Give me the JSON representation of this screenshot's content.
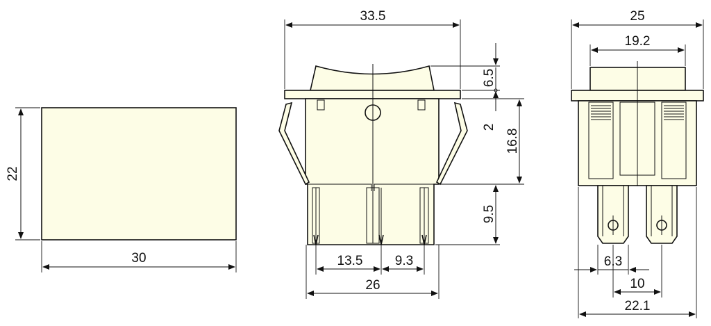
{
  "drawing": {
    "dimensions": {
      "front_width": "30",
      "front_height": "22",
      "side_total_width": "33.5",
      "rocker_height": "6.5",
      "bezel_thickness": "2",
      "body_height": "16.8",
      "terminal_length": "9.5",
      "body_width": "26",
      "pin_spacing_left": "13.5",
      "pin_spacing_right": "9.3",
      "rear_total_width": "25",
      "rocker_width": "19.2",
      "terminal_width": "6.3",
      "terminal_pitch": "10",
      "rear_body_width": "22.1"
    }
  },
  "colors": {
    "body_fill": "#fdfde6",
    "line": "#111111"
  }
}
